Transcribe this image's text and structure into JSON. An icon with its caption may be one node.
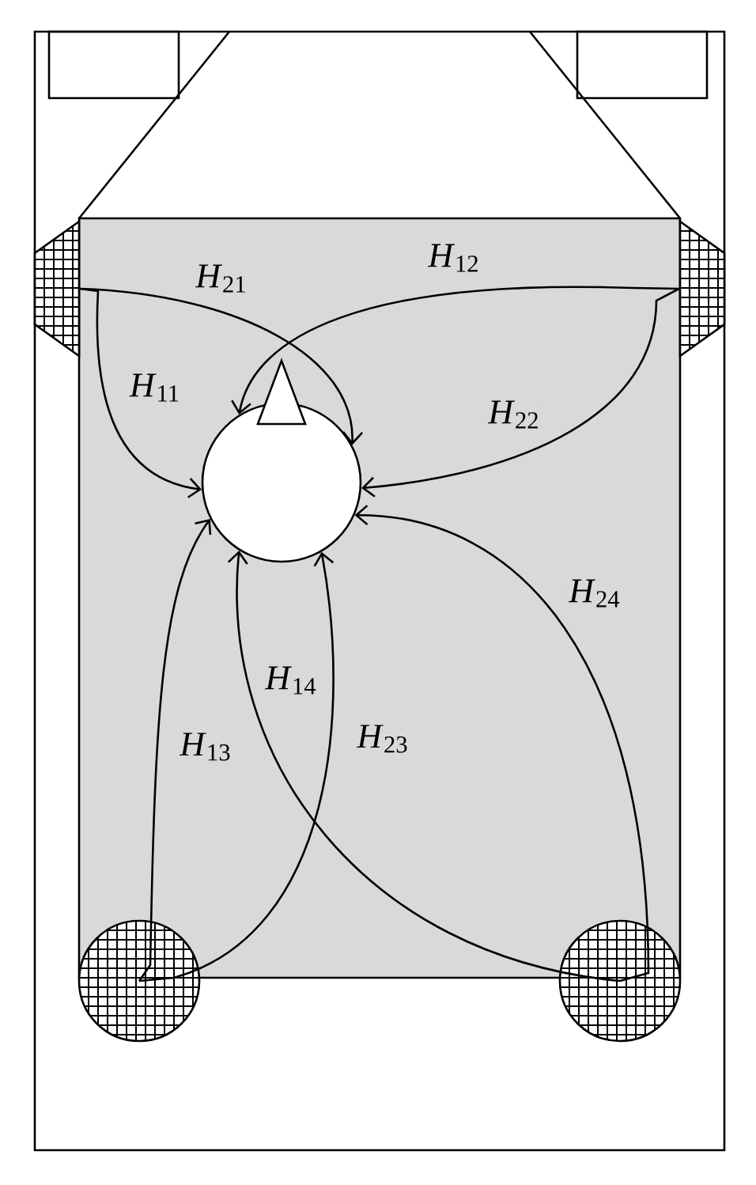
{
  "diagram": {
    "nodes": [
      {
        "text": [],
        "shape": "box"
      },
      {
        "text": [],
        "shape": "box"
      },
      {
        "text": [],
        "shape": "circle"
      },
      {
        "text": [],
        "shape": "circle"
      },
      {
        "text": [],
        "shape": "circle"
      }
    ],
    "edges": [
      {
        "from": 0,
        "to": 4,
        "arrow": "to",
        "label": "*H*$_{11}$"
      },
      {
        "from": 0,
        "to": 4,
        "arrow": "to",
        "label": "*H*$_{21}$"
      },
      {
        "from": 1,
        "to": 4,
        "arrow": "to",
        "label": "*H*$_{12}$"
      },
      {
        "from": 1,
        "to": 4,
        "arrow": "to",
        "label": "*H*$_{22}$"
      },
      {
        "from": 2,
        "to": 4,
        "arrow": "to",
        "label": "*H*$_{13}$"
      },
      {
        "from": 2,
        "to": 4,
        "arrow": "to",
        "label": "*H*$_{23}$"
      },
      {
        "from": 3,
        "to": 4,
        "arrow": "to",
        "label": "*H*$_{14}$"
      },
      {
        "from": 3,
        "to": 4,
        "arrow": "to",
        "label": "*H*$_{24}$"
      }
    ]
  }
}
